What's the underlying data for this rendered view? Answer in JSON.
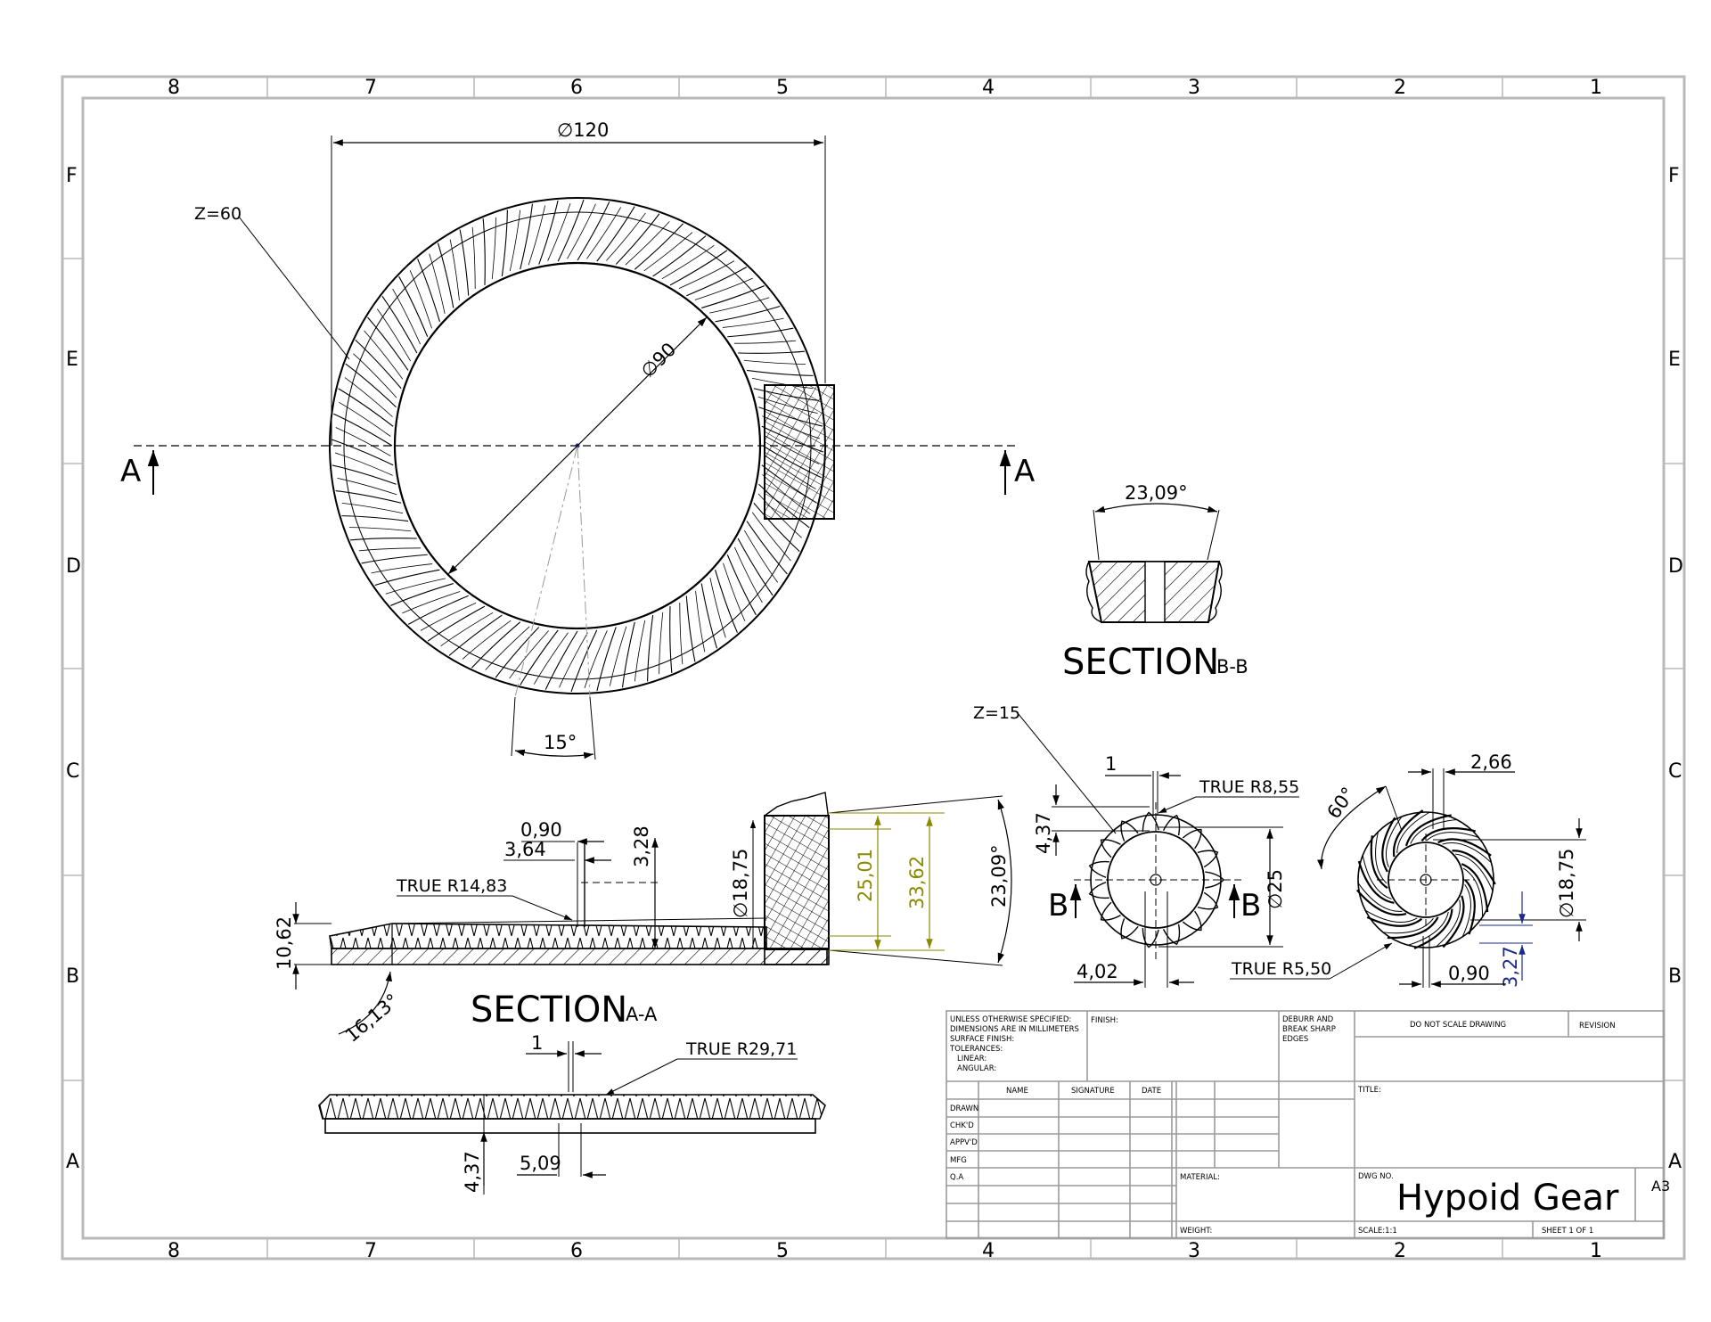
{
  "sheet": {
    "columns": [
      "8",
      "7",
      "6",
      "5",
      "4",
      "3",
      "2",
      "1"
    ],
    "rows": [
      "F",
      "E",
      "D",
      "C",
      "B",
      "A"
    ]
  },
  "views": {
    "front": {
      "teeth_label": "Z=60",
      "outer_diameter": "∅120",
      "bore_diameter": "∅90",
      "tooth_angle": "15°",
      "section_arrow": "A"
    },
    "section_bb": {
      "title": "SECTION",
      "sub": "B-B",
      "angle": "23,09°"
    },
    "section_aa": {
      "title": "SECTION",
      "sub": "A-A",
      "d_090": "0,90",
      "d_364": "3,64",
      "d_328": "3,28",
      "radius": "TRUE R14,83",
      "d_1062": "10,62",
      "angle_1613": "16,13°",
      "d_1875": "∅18,75",
      "d_2501": "25,01",
      "d_3362": "33,62",
      "angle_2309": "23,09°"
    },
    "side": {
      "d_1": "1",
      "radius": "TRUE R29,71",
      "d_437": "4,37",
      "d_509": "5,09"
    },
    "pinion_front": {
      "teeth_label": "Z=15",
      "d_1": "1",
      "radius": "TRUE R8,55",
      "d_437": "4,37",
      "d_25": "∅25",
      "d_402": "4,02",
      "section_arrow": "B"
    },
    "pinion_back": {
      "angle": "60°",
      "d_266": "2,66",
      "d_1875": "∅18,75",
      "d_327": "3,27",
      "d_090": "0,90",
      "radius": "TRUE R5,50"
    }
  },
  "title_block": {
    "notes": [
      "UNLESS OTHERWISE SPECIFIED:",
      "DIMENSIONS ARE IN MILLIMETERS",
      "SURFACE FINISH:",
      "TOLERANCES:",
      "LINEAR:",
      "ANGULAR:"
    ],
    "finish": "FINISH:",
    "deburr": [
      "DEBURR AND",
      "BREAK SHARP",
      "EDGES"
    ],
    "do_not_scale": "DO NOT SCALE DRAWING",
    "revision": "REVISION",
    "title_label": "TITLE:",
    "columns": [
      "NAME",
      "SIGNATURE",
      "DATE"
    ],
    "rows": [
      "DRAWN",
      "CHK'D",
      "APPV'D",
      "MFG",
      "Q.A"
    ],
    "material": "MATERIAL:",
    "weight": "WEIGHT:",
    "dwg_no_label": "DWG NO.",
    "dwg_no": "Hypoid Gear",
    "size": "A3",
    "scale": "SCALE:1:1",
    "sheet": "SHEET 1 OF 1"
  }
}
